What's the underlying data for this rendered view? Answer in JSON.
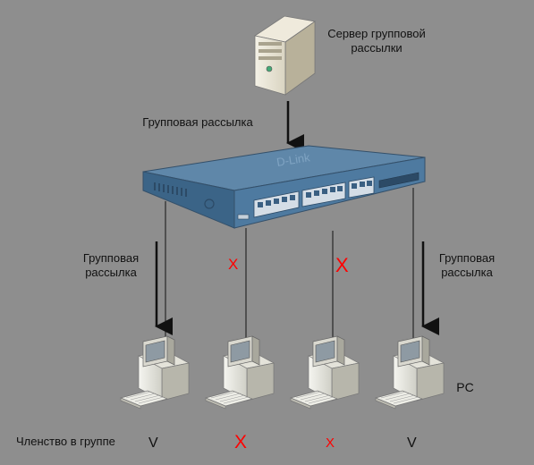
{
  "server": {
    "label": "Сервер групповой\nрассылки",
    "icon": "server-icon"
  },
  "switch": {
    "brand": "D-Link",
    "icon": "switch-icon"
  },
  "flows": {
    "server_to_switch": "Групповая рассылка",
    "left_port": "Групповая\nрассылка",
    "right_port": "Групповая\nрассылка",
    "blocked_mark_1": "X",
    "blocked_mark_2": "X"
  },
  "pcs": {
    "label": "PC",
    "icon": "pc-icon",
    "count": 4
  },
  "membership": {
    "label": "Членство в группе",
    "values": [
      "V",
      "X",
      "X",
      "V"
    ]
  },
  "colors": {
    "background": "#8e8e8e",
    "blocked": "#ff0000",
    "switch_top": "#5f87a9",
    "switch_front": "#3f6a8f"
  }
}
